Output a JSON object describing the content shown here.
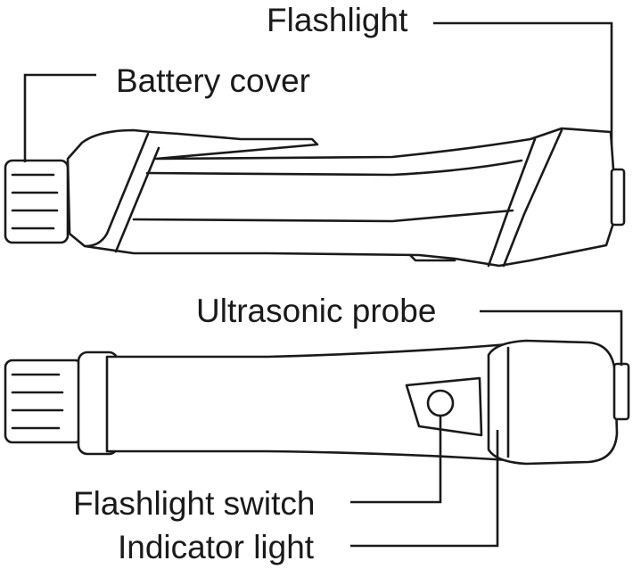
{
  "labels": {
    "flashlight": "Flashlight",
    "battery_cover": "Battery cover",
    "ultrasonic_probe": "Ultrasonic probe",
    "flashlight_switch": "Flashlight switch",
    "indicator_light": "Indicator light"
  },
  "colors": {
    "line": "#1a1a1a",
    "background": "#ffffff"
  }
}
